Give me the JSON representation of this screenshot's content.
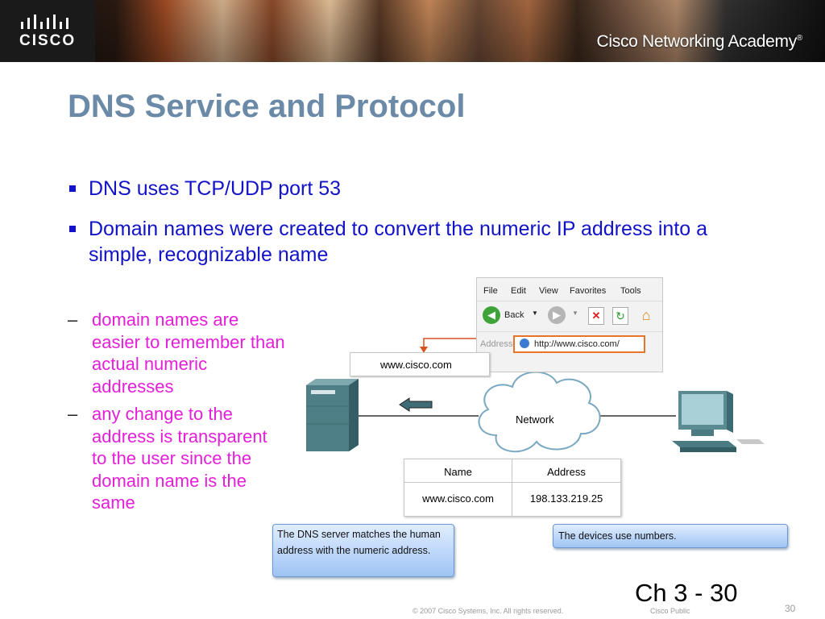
{
  "header": {
    "logo_text": "CISCO",
    "academy_title": "Cisco Networking Academy",
    "trademark": "®"
  },
  "slide": {
    "title": "DNS Service and Protocol",
    "bullets": [
      "DNS uses TCP/UDP port 53",
      "Domain names were created to convert the numeric IP address into a simple, recognizable name"
    ],
    "sub_bullets": [
      "domain names are easier to remember than actual numeric addresses",
      "any change to the address is transparent to the user since the domain name is the same"
    ],
    "dash": "–"
  },
  "diagram": {
    "browser": {
      "menu": [
        "File",
        "Edit",
        "View",
        "Favorites",
        "Tools"
      ],
      "back_label": "Back",
      "address_label": "Address",
      "url": "http://www.cisco.com/"
    },
    "callout_domain": "www.cisco.com",
    "network_label": "Network",
    "table": {
      "headers": [
        "Name",
        "Address"
      ],
      "row": [
        "www.cisco.com",
        "198.133.219.25"
      ]
    },
    "note_server": "The DNS server matches the human address with the numeric address.",
    "note_devices": "The devices use numbers."
  },
  "footer": {
    "chapter": "Ch 3 - 30",
    "copyright": "© 2007 Cisco Systems, Inc. All rights reserved.",
    "classification": "Cisco Public",
    "page_number": "30"
  },
  "colors": {
    "title": "#6a8aa7",
    "bullet_text": "#1212c8",
    "sub_bullet_text": "#e41ed9",
    "url_highlight": "#e8742a",
    "arrow": "#d9531e"
  }
}
